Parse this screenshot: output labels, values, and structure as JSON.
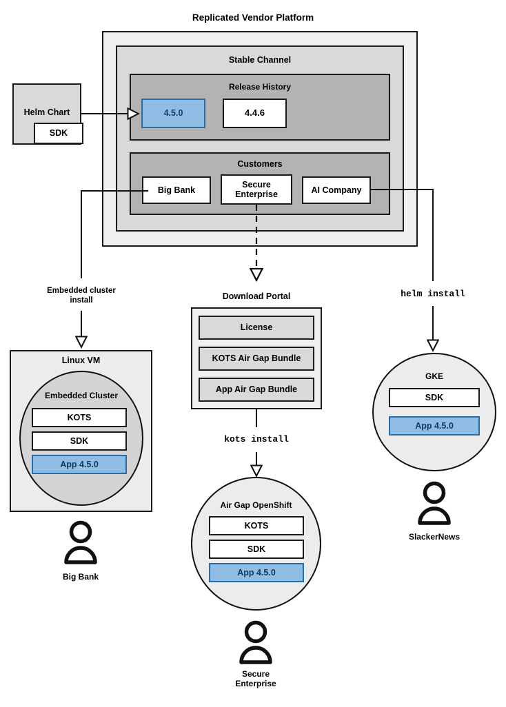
{
  "diagram": {
    "title": "Replicated Vendor Platform",
    "colors": {
      "accent_blue_fill": "#90bde4",
      "accent_blue_border": "#2a6ca8",
      "accent_blue_text": "#11395f",
      "frame_outer": "#f0f0f0",
      "frame_channel": "#d9d9d9",
      "frame_sub": "#b3b3b3",
      "stroke": "#1a1a1a",
      "white": "#ffffff"
    }
  },
  "helm_chart": {
    "label": "Helm Chart",
    "sdk_label": "SDK"
  },
  "platform": {
    "channel_label": "Stable Channel",
    "release_history": {
      "label": "Release History",
      "releases": [
        {
          "version": "4.5.0",
          "highlighted": true
        },
        {
          "version": "4.4.6",
          "highlighted": false
        }
      ]
    },
    "customers": {
      "label": "Customers",
      "items": [
        {
          "name": "Big Bank"
        },
        {
          "name": "Secure Enterprise"
        },
        {
          "name": "AI Company"
        }
      ]
    }
  },
  "edges": {
    "embedded_install": "Embedded cluster install",
    "embedded_install_line1": "Embedded cluster",
    "embedded_install_line2": "install",
    "helm_install": "helm install",
    "kots_install": "kots install"
  },
  "linux_vm": {
    "label": "Linux VM",
    "cluster_label": "Embedded Cluster",
    "components": [
      {
        "label": "KOTS",
        "style": "white"
      },
      {
        "label": "SDK",
        "style": "white"
      },
      {
        "label": "App 4.5.0",
        "style": "blue"
      }
    ]
  },
  "download_portal": {
    "label": "Download Portal",
    "items": [
      {
        "label": "License"
      },
      {
        "label": "KOTS Air Gap Bundle"
      },
      {
        "label": "App Air Gap Bundle"
      }
    ]
  },
  "openshift": {
    "label": "Air Gap OpenShift",
    "components": [
      {
        "label": "KOTS",
        "style": "white"
      },
      {
        "label": "SDK",
        "style": "white"
      },
      {
        "label": "App 4.5.0",
        "style": "blue"
      }
    ]
  },
  "gke": {
    "label": "GKE",
    "components": [
      {
        "label": "SDK",
        "style": "white"
      },
      {
        "label": "App 4.5.0",
        "style": "blue"
      }
    ]
  },
  "actors": [
    {
      "name": "Big Bank",
      "line1": "Big Bank",
      "line2": ""
    },
    {
      "name": "Secure Enterprise",
      "line1": "Secure",
      "line2": "Enterprise"
    },
    {
      "name": "SlackerNews",
      "line1": "SlackerNews",
      "line2": ""
    }
  ]
}
